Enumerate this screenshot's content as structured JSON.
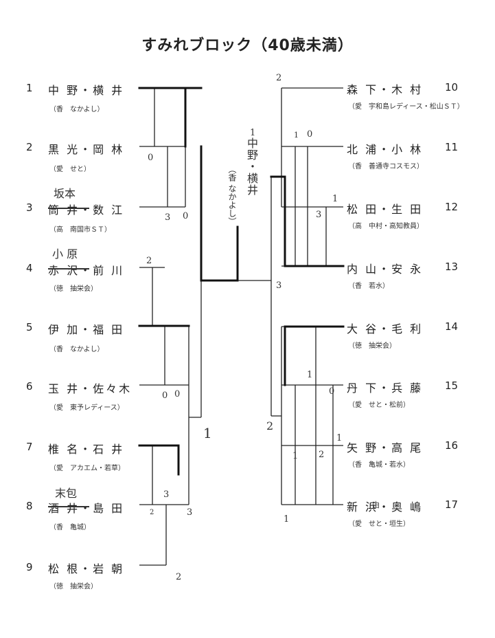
{
  "title": "すみれブロック（40歳未満）",
  "left_entries": [
    {
      "num": "1",
      "name": "中 野・横 井",
      "aff": "（香　なかよし）"
    },
    {
      "num": "2",
      "name": "黒 光・岡 林",
      "aff": "（愛　せと）"
    },
    {
      "num": "3",
      "name": "筒 井・数 江",
      "aff": "（高　南国市ＳＴ）",
      "hand_name": "坂本"
    },
    {
      "num": "4",
      "name": "赤 沢・前 川",
      "aff": "（徳　抽栄会）",
      "hand_name": "小 原"
    },
    {
      "num": "5",
      "name": "伊 加・福 田",
      "aff": "（香　なかよし）"
    },
    {
      "num": "6",
      "name": "玉 井・佐々木",
      "aff": "（愛　東予レディース）"
    },
    {
      "num": "7",
      "name": "椎 名・石 井",
      "aff": "（愛　アカエム・若草）"
    },
    {
      "num": "8",
      "name": "酒 井・島 田",
      "aff": "（香　亀城）",
      "hand_name": "末包"
    },
    {
      "num": "9",
      "name": "松 根・岩 朝",
      "aff": "（徳　抽栄会）"
    }
  ],
  "right_entries": [
    {
      "num": "10",
      "name": "森 下・木 村",
      "aff": "（愛　宇和島レディース・松山ＳＴ）"
    },
    {
      "num": "11",
      "name": "北 浦・小 林",
      "aff": "（香　善通寺コスモス）"
    },
    {
      "num": "12",
      "name": "松 田・生 田",
      "aff": "（高　中村・高知教員）"
    },
    {
      "num": "13",
      "name": "内 山・安 永",
      "aff": "（香　若水）"
    },
    {
      "num": "14",
      "name": "大 谷・毛 利",
      "aff": "（徳　抽栄会）"
    },
    {
      "num": "15",
      "name": "丹 下・兵 藤",
      "aff": "（愛　せと・松前）"
    },
    {
      "num": "16",
      "name": "矢 野・高 尾",
      "aff": "（香　亀城・若水）"
    },
    {
      "num": "17",
      "name": "新 浜・奥 嶋",
      "aff": "（愛　せと・垣生）",
      "hand_name": "由"
    }
  ],
  "winner_note": {
    "line1": "1",
    "line2": "中野・横井",
    "line3": "（香 なかよし）"
  },
  "scores": {
    "s_0a": "0",
    "s_30": "3",
    "s_0b": "0",
    "s_2a": "2",
    "s_00a": "0",
    "s_00b": "0",
    "s_3a": "3",
    "s_2b": "2",
    "s_3b": "3",
    "s_2c": "2",
    "s_1_final": "1",
    "s_3_final": "3",
    "r_2top": "2",
    "r_10": "1",
    "r_0a": "0",
    "r_1a": "1",
    "r_3a": "3",
    "r_1b": "1",
    "r_0b": "0",
    "r_1c": "1",
    "r_1d": "1",
    "r_2d": "2",
    "r_1e": "1",
    "r_2semi": "2"
  }
}
